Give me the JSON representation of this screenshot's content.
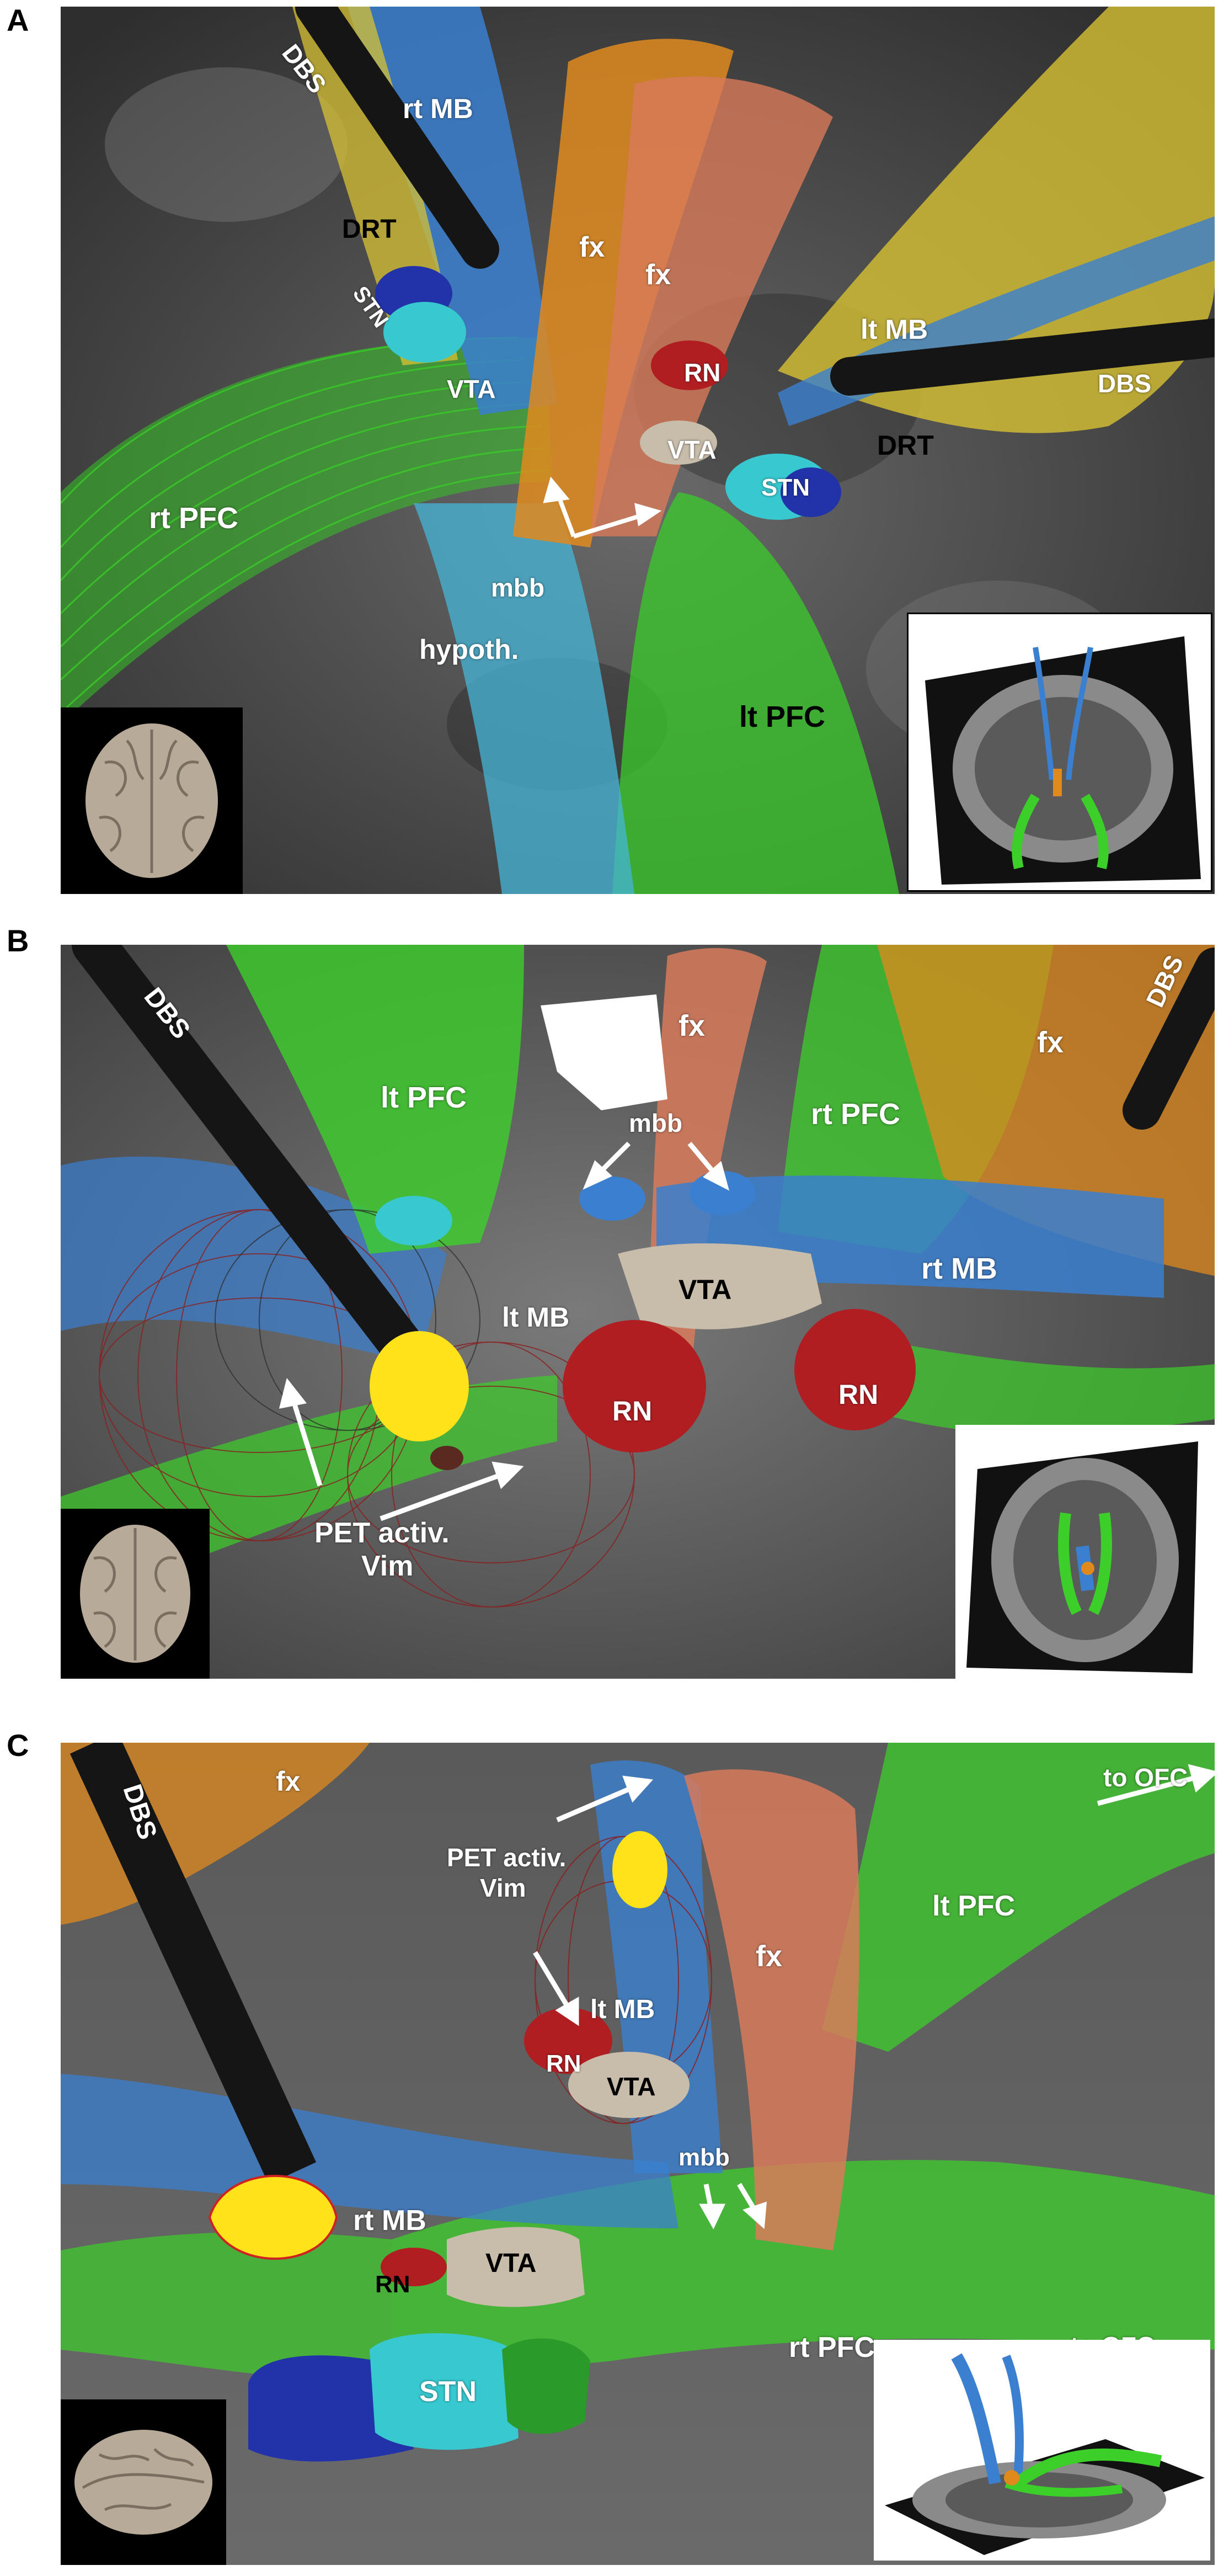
{
  "panels": [
    {
      "letter": "A",
      "labels": {
        "dbs_left": "DBS",
        "rt_mb": "rt MB",
        "fx_1": "fx",
        "fx_2": "fx",
        "drt_left": "DRT",
        "stn_left": "STN",
        "lt_mb": "lt MB",
        "rn": "RN",
        "vta_left": "VTA",
        "dbs_right": "DBS",
        "drt_right": "DRT",
        "vta_right": "VTA",
        "stn_right": "STN",
        "rt_pfc": "rt PFC",
        "mbb": "mbb",
        "hypoth": "hypoth.",
        "lt_pfc": "lt PFC"
      }
    },
    {
      "letter": "B",
      "labels": {
        "dbs_left": "DBS",
        "fx_mid": "fx",
        "dbs_right": "DBS",
        "fx_right": "fx",
        "lt_pfc": "lt PFC",
        "rt_pfc": "rt PFC",
        "mbb": "mbb",
        "rt_mb": "rt MB",
        "lt_mb": "lt MB",
        "vta": "VTA",
        "rn_left": "RN",
        "rn_right": "RN",
        "pet_line1": "PET activ.",
        "pet_line2": "Vim"
      }
    },
    {
      "letter": "C",
      "labels": {
        "dbs": "DBS",
        "fx_left": "fx",
        "to_ofc_top": "to OFC",
        "pet_line1": "PET activ.",
        "pet_line2": "Vim",
        "lt_pfc": "lt PFC",
        "fx_right": "fx",
        "lt_mb": "lt MB",
        "rn_upper": "RN",
        "vta_upper": "VTA",
        "mbb": "mbb",
        "rt_mb": "rt MB",
        "rn_lower": "RN",
        "vta_lower": "VTA",
        "to_ofc_bottom": "to OFC",
        "rt_pfc": "rt PFC",
        "stn": "STN"
      }
    }
  ],
  "colors": {
    "background_mri": "#4a4a4a",
    "dbs_lead": "#151515",
    "fiber_blue": "#3a7fd0",
    "fiber_cyan": "#45b6d8",
    "fiber_green": "#3ccf2a",
    "fiber_yellow": "#d8c233",
    "fiber_orange": "#e08a1e",
    "fiber_salmon": "#d87a5a",
    "stn_blue": "#2233aa",
    "stn_cyan": "#38c8d0",
    "rn_red": "#b01e22",
    "vta_beige": "#c8bcaa",
    "vim_yellow": "#ffe21a"
  }
}
